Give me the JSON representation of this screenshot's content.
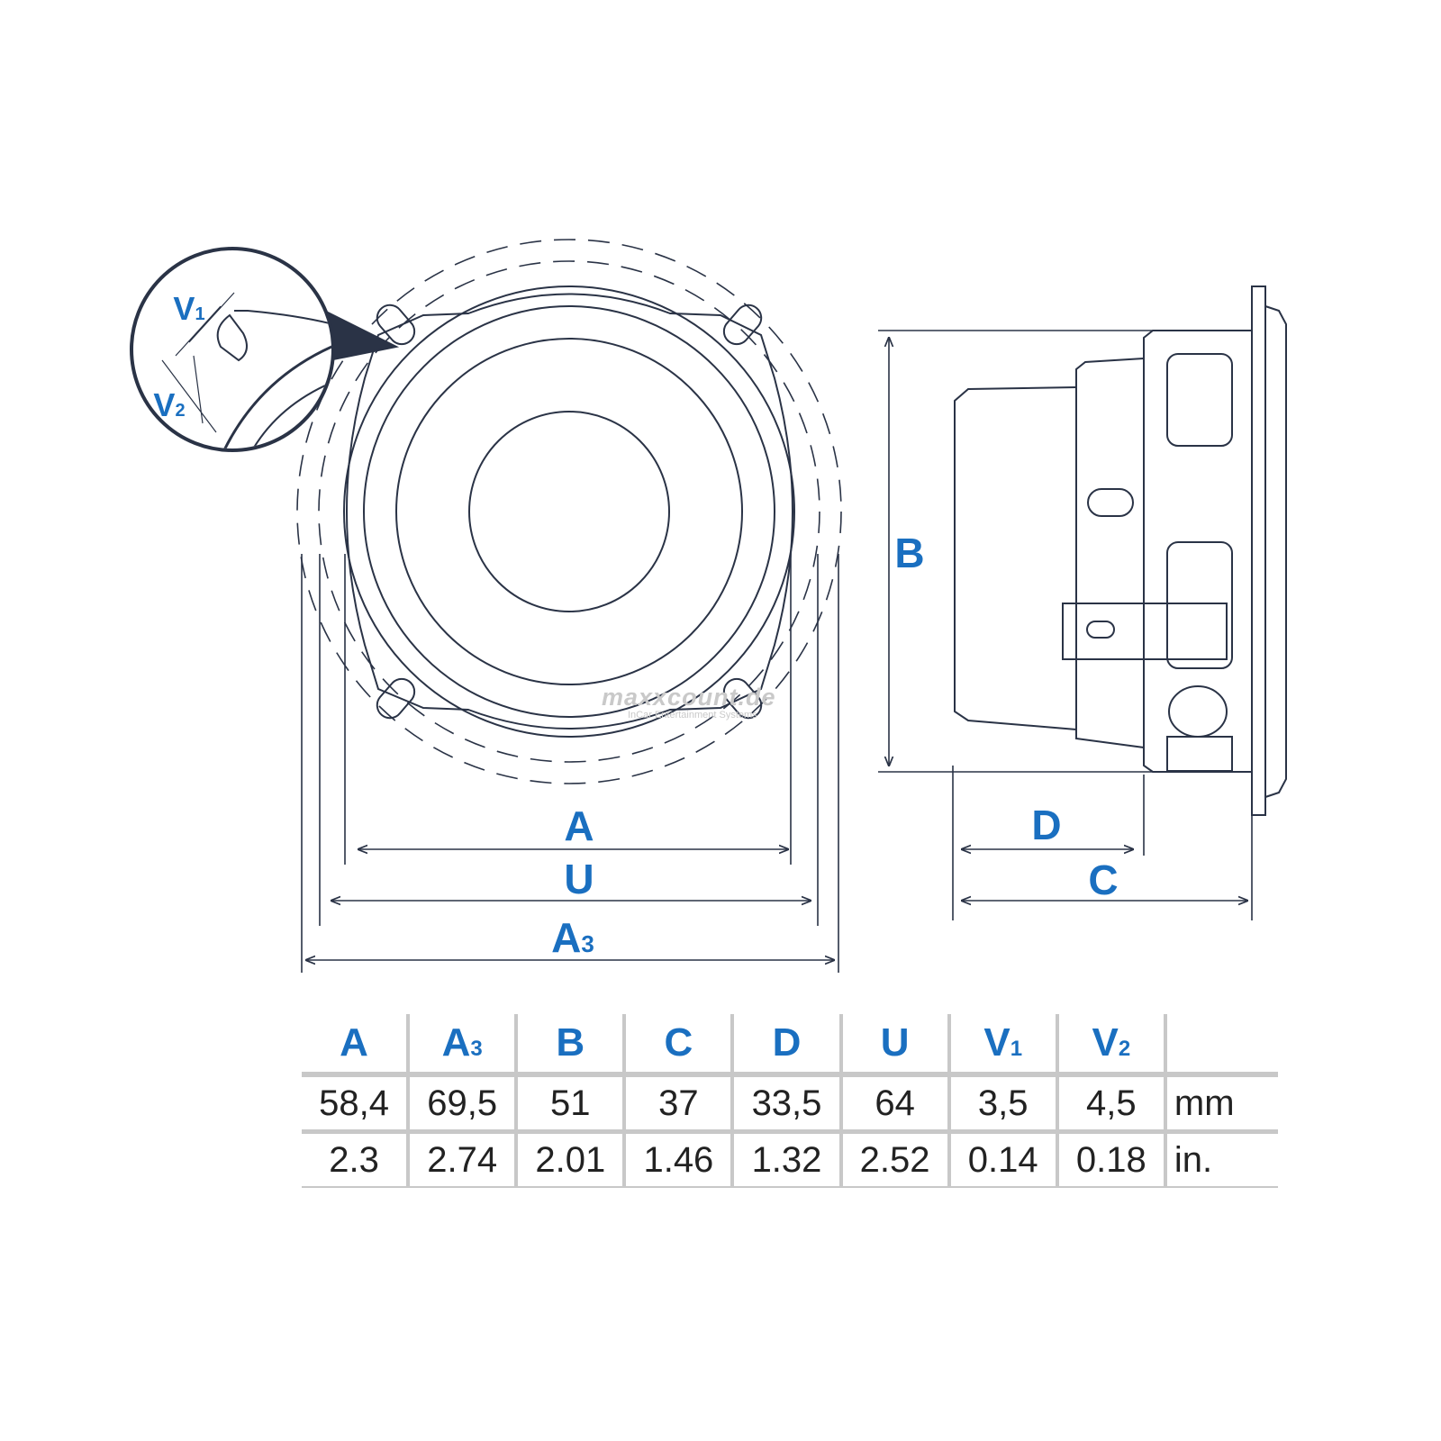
{
  "labels": {
    "A": "A",
    "A3": "A",
    "A3_sub": "3",
    "U": "U",
    "B": "B",
    "C": "C",
    "D": "D",
    "V1": "V",
    "V1_sub": "1",
    "V2": "V",
    "V2_sub": "2"
  },
  "watermark": {
    "brand": "maxxcount.de",
    "tagline": "InCar Entertainment Systems"
  },
  "table": {
    "headers": [
      {
        "l": "A",
        "s": ""
      },
      {
        "l": "A",
        "s": "3"
      },
      {
        "l": "B",
        "s": ""
      },
      {
        "l": "C",
        "s": ""
      },
      {
        "l": "D",
        "s": ""
      },
      {
        "l": "U",
        "s": ""
      },
      {
        "l": "V",
        "s": "1"
      },
      {
        "l": "V",
        "s": "2"
      }
    ],
    "rows": [
      {
        "values": [
          "58,4",
          "69,5",
          "51",
          "37",
          "33,5",
          "64",
          "3,5",
          "4,5"
        ],
        "unit": "mm"
      },
      {
        "values": [
          "2.3",
          "2.74",
          "2.01",
          "1.46",
          "1.32",
          "2.52",
          "0.14",
          "0.18"
        ],
        "unit": "in."
      }
    ]
  },
  "colors": {
    "accent": "#1a6fc0",
    "line": "#2a3346",
    "grid": "#c8c8c8"
  }
}
